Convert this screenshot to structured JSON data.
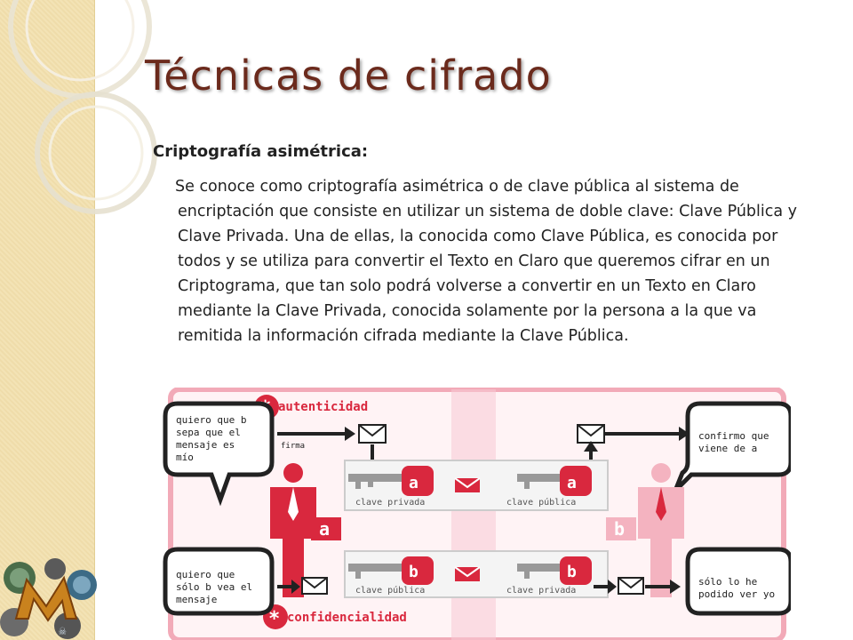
{
  "slide": {
    "title": "Técnicas de cifrado",
    "subtitle": "Criptografía asimétrica:",
    "paragraph": "Se conoce como criptografía asimétrica o de clave pública al sistema de encriptación que consiste en utilizar un sistema de doble clave: Clave Pública y Clave Privada. Una de ellas, la conocida como Clave Pública, es conocida por todos y se utiliza para convertir el Texto en Claro que queremos cifrar en un Criptograma, que tan solo podrá volverse a convertir en un Texto en Claro mediante la Clave Privada, conocida solamente por la persona a la que va remitida la información cifrada mediante la Clave Pública."
  },
  "diagram": {
    "top_label": "autenticidad",
    "bottom_label": "confidencialidad",
    "firma": "firma",
    "bubble_tl": [
      "quiero que b",
      "sepa que el",
      "mensaje es",
      "mío"
    ],
    "bubble_tr": [
      "confirmo que",
      "viene de a"
    ],
    "bubble_bl": [
      "quiero que",
      "sólo b vea el",
      "mensaje"
    ],
    "bubble_br": [
      "sólo lo he",
      "podido ver yo"
    ],
    "key_tl": "clave privada",
    "key_tr": "clave pública",
    "key_bl": "clave pública",
    "key_br": "clave privada",
    "person_a": "a",
    "person_b": "b",
    "key_letter_top": "a",
    "key_letter_bottom": "b"
  },
  "colors": {
    "title": "#6b2a1c",
    "accent": "#d9283e",
    "pink": "#f0a0b0"
  }
}
